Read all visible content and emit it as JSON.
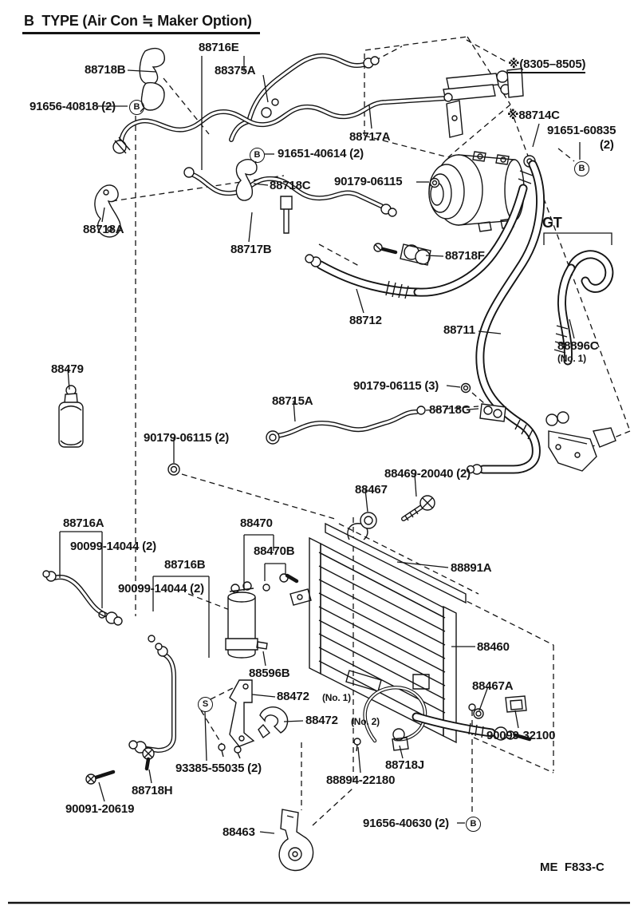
{
  "title": "B  TYPE (Air Con ≒ Maker Option)",
  "footer_code": "ME  F833-C",
  "markers": {
    "b1": "B",
    "b2": "B",
    "b3": "B",
    "s1": "S",
    "b4": "B"
  },
  "labels": {
    "p88716E": "88716E",
    "p88718B": "88718B",
    "p88375A": "88375A",
    "p91656_40818": "91656-40818 (2)",
    "p8305_8505": "※(8305–8505)",
    "p88717A": "88717A",
    "p88714C": "※88714C",
    "p91651_60835": "91651-60835",
    "p91651_60835_qty": "(2)",
    "p91651_40614": "91651-40614 (2)",
    "p90179_06115": "90179-06115",
    "p88718C": "88718C",
    "p88718A": "88718A",
    "p88717B": "88717B",
    "gt": "GT",
    "p88718F": "88718F",
    "p88712": "88712",
    "p88711": "88711",
    "p88896C": "88896C",
    "p88896C_no": "(No. 1)",
    "p88479": "88479",
    "p88715A": "88715A",
    "p90179_06115_3": "90179-06115 (3)",
    "p88718G": "88718G",
    "p90179_06115_2": "90179-06115 (2)",
    "p88469_20040": "88469-20040 (2)",
    "p88467": "88467",
    "p88716A": "88716A",
    "p90099_14044_a": "90099-14044 (2)",
    "p88470": "88470",
    "p88470B": "88470B",
    "p88716B": "88716B",
    "p90099_14044_b": "90099-14044 (2)",
    "p88891A": "88891A",
    "p88460": "88460",
    "p88596B": "88596B",
    "p88472_1": "88472",
    "p88472_1_no": "(No. 1)",
    "p88472_2": "88472",
    "p88472_2_no": "(No. 2)",
    "p88467A": "88467A",
    "p90099_32100": "90099-32100",
    "p93385_55035": "93385-55035 (2)",
    "p88718J": "88718J",
    "p88894_22180": "88894-22180",
    "p88718H": "88718H",
    "p90091_20619": "90091-20619",
    "p88463": "88463",
    "p91656_40630": "91656-40630 (2)"
  }
}
